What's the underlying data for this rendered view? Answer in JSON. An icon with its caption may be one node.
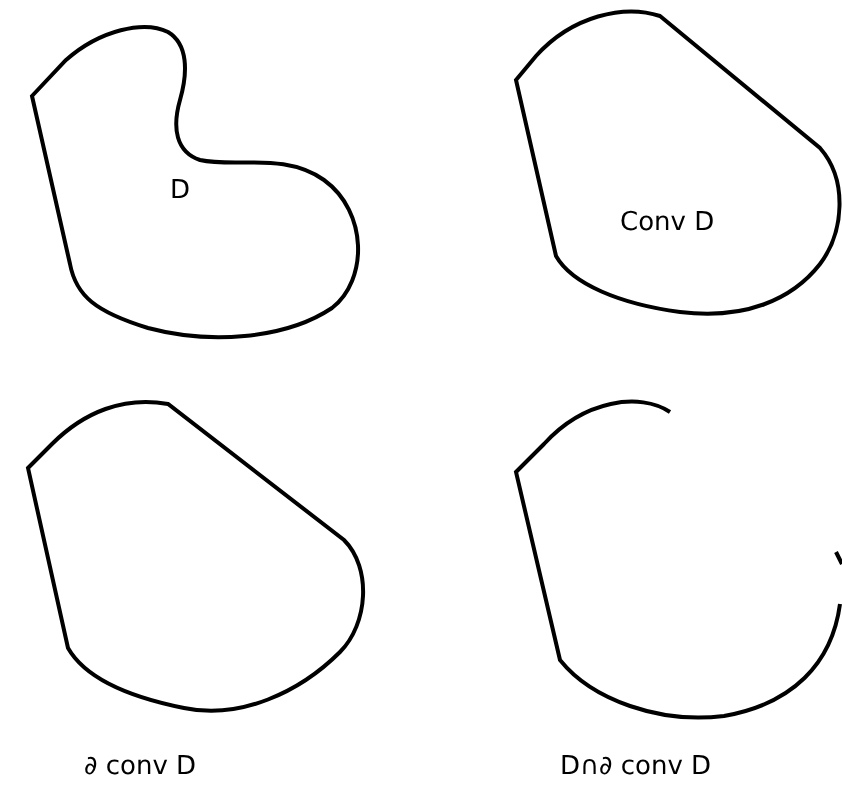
{
  "diagram": {
    "nodes": [
      {
        "text": [
          "D"
        ]
      },
      {
        "text": [
          "Conv D"
        ]
      },
      {
        "text": [],
        "shape": "curve",
        "beside": [
          "∂ conv D"
        ]
      },
      {
        "text": [],
        "shape": "curve",
        "beside": [
          "D∩∂ conv D"
        ]
      }
    ]
  }
}
